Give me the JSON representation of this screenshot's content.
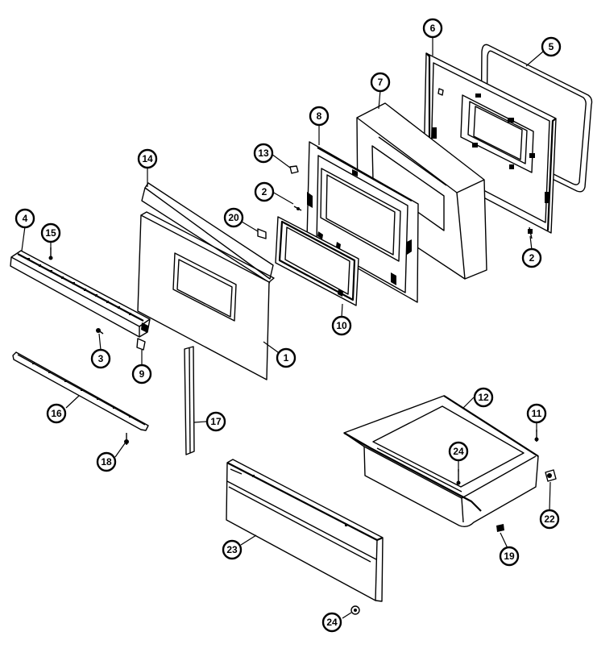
{
  "callouts": {
    "p1": "1",
    "p2a": "2",
    "p2b": "2",
    "p3": "3",
    "p4": "4",
    "p5": "5",
    "p6": "6",
    "p7": "7",
    "p8": "8",
    "p9": "9",
    "p10": "10",
    "p11": "11",
    "p12": "12",
    "p13": "13",
    "p14": "14",
    "p15": "15",
    "p16": "16",
    "p17": "17",
    "p18": "18",
    "p19": "19",
    "p20": "20",
    "p22": "22",
    "p23": "23",
    "p24a": "24",
    "p24b": "24"
  },
  "colors": {
    "line": "#000000",
    "background": "#ffffff"
  }
}
